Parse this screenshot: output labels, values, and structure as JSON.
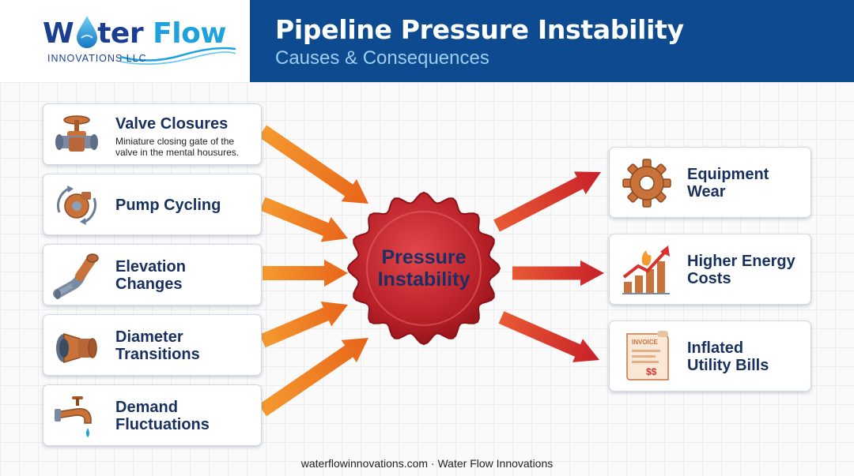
{
  "brand": {
    "logo_prefix": "W",
    "logo_mid": "ter ",
    "logo_flow": "Flow",
    "logo_sub": "INNOVATIONS LLC"
  },
  "header": {
    "title": "Pipeline Pressure Instability",
    "subtitle": "Causes & Consequences"
  },
  "causes": [
    {
      "label": "Valve Closures",
      "desc": "Miniature closing gate of the\nvalve in the mental housures.",
      "icon": "valve-icon"
    },
    {
      "label": "Pump Cycling",
      "icon": "pump-icon"
    },
    {
      "label": "Elevation\nChanges",
      "icon": "elbow-pipe-icon"
    },
    {
      "label": "Diameter\nTransitions",
      "icon": "pipe-reducer-icon"
    },
    {
      "label": "Demand\nFluctuations",
      "icon": "faucet-icon"
    }
  ],
  "center": {
    "label": "Pressure\nInstability"
  },
  "consequences": [
    {
      "label": "Equipment\nWear",
      "icon": "gear-icon"
    },
    {
      "label": "Higher Energy\nCosts",
      "icon": "rising-cost-chart-icon"
    },
    {
      "label": "Inflated\nUtility Bills",
      "icon": "invoice-icon",
      "icon_text": "INVOICE",
      "icon_money": "$$"
    }
  ],
  "footer": {
    "text": "waterflowinnovations.com · Water Flow Innovations"
  },
  "colors": {
    "header_blue": "#0d4a90",
    "logo_navy": "#1b3f8f",
    "logo_cyan": "#1fa1dc",
    "cause_arrow": "#f07c1e",
    "consequence_arrow": "#d8322e",
    "seal_red": "#c0262c",
    "copper": "#c9733a"
  }
}
